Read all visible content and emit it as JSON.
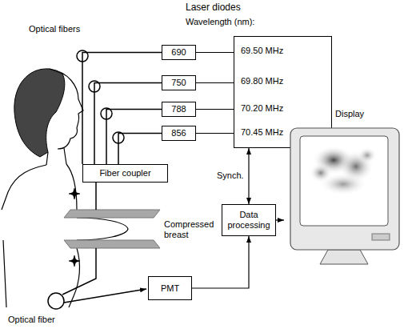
{
  "diagram": {
    "nodes": [
      {
        "text": [
          "690"
        ]
      },
      {
        "text": [
          "750"
        ]
      },
      {
        "text": [
          "788"
        ]
      },
      {
        "text": [
          "856"
        ]
      },
      {
        "text": [
          "69.50 MHz",
          "69.80 MHz",
          "70.20 MHz",
          "70.45 MHz"
        ]
      },
      {
        "text": [
          "Display"
        ]
      },
      {
        "text": [
          "Fiber coupler"
        ]
      },
      {
        "text": [
          "Data processing"
        ]
      },
      {
        "text": [
          "PMT"
        ]
      }
    ],
    "edges": [
      {
        "from": 4,
        "to": 0,
        "arrow": "none"
      },
      {
        "from": 4,
        "to": 1,
        "arrow": "none"
      },
      {
        "from": 4,
        "to": 2,
        "arrow": "none"
      },
      {
        "from": 4,
        "to": 3,
        "arrow": "none"
      },
      {
        "from": 0,
        "to": 6,
        "arrow": "none"
      },
      {
        "from": 1,
        "to": 6,
        "arrow": "none"
      },
      {
        "from": 2,
        "to": 6,
        "arrow": "none"
      },
      {
        "from": 3,
        "to": 6,
        "arrow": "none"
      },
      {
        "from": 4,
        "to": 7,
        "label": "Synch.",
        "arrow": "both"
      },
      {
        "from": 8,
        "to": 7,
        "arrow": "to"
      },
      {
        "from": 7,
        "to": 5,
        "arrow": "to"
      }
    ],
    "labels": [
      "Laser diodes",
      "Wavelength (nm):",
      "Optical fibers",
      "Compressed breast",
      "Optical fiber"
    ]
  }
}
